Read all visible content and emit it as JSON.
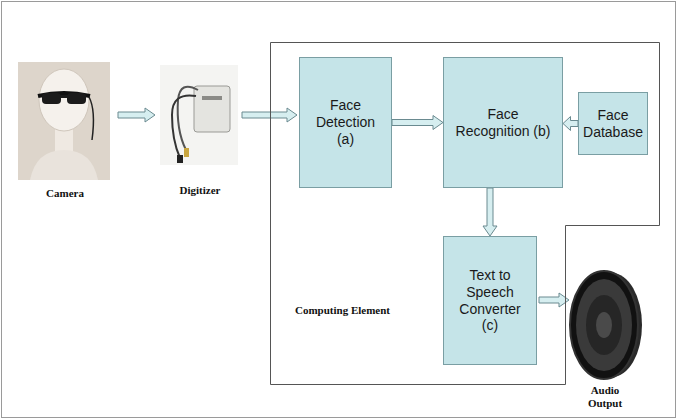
{
  "diagram": {
    "nodes": [
      {
        "text": [
          "Computing Element"
        ]
      },
      {
        "text": [
          "Face Detection (a)"
        ],
        "in": 0
      },
      {
        "text": [
          "Face Recognition (b)"
        ],
        "in": 0
      },
      {
        "text": [
          "Face Database"
        ],
        "in": 0
      },
      {
        "text": [
          "Text to Speech Converter (c)"
        ],
        "in": 0
      }
    ],
    "edges": [
      {
        "from": 1,
        "to": 2,
        "arrow": "to"
      },
      {
        "from": 3,
        "to": 2,
        "arrow": "to"
      },
      {
        "from": 2,
        "to": 4,
        "arrow": "to"
      }
    ],
    "labels": [
      "Camera",
      "Digitizer",
      "Audio Output"
    ]
  }
}
